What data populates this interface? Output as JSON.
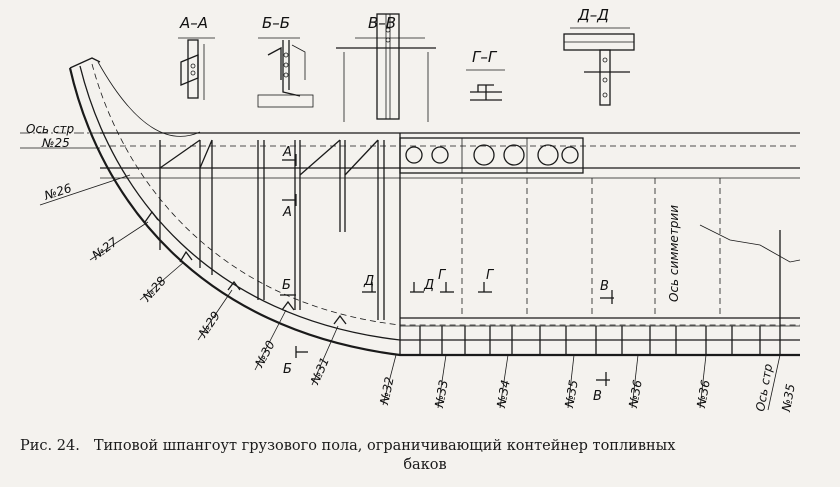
{
  "sections": {
    "aa": "А–А",
    "bb": "Б–Б",
    "vv": "В–В",
    "gg": "Г–Г",
    "dd": "Д–Д"
  },
  "frames": {
    "os_str_25_a": "Ось стр",
    "os_str_25_b": "№25",
    "f26": "№26",
    "f27": "№27",
    "f28": "№28",
    "f29": "№29",
    "f30": "№30",
    "f31": "№31",
    "f32": "№32",
    "f33": "№33",
    "f34": "№34",
    "f35": "№35",
    "f36": "№36",
    "f36b": "№36",
    "os_str_35_a": "Ось стр",
    "os_str_35_b": "№35",
    "os_sim": "Ось симметрии"
  },
  "cuts": {
    "a1": "А",
    "a2": "А",
    "b1": "Б",
    "b2": "Б",
    "d1": "Д",
    "d2": "Д",
    "g1": "Г",
    "g2": "Г",
    "v1": "В",
    "v2": "В"
  },
  "caption": {
    "number": "Рис. 24.",
    "line1": "Типовой шпангоут грузового пола, ограничивающий  контейнер топливных",
    "line2": "баков"
  }
}
